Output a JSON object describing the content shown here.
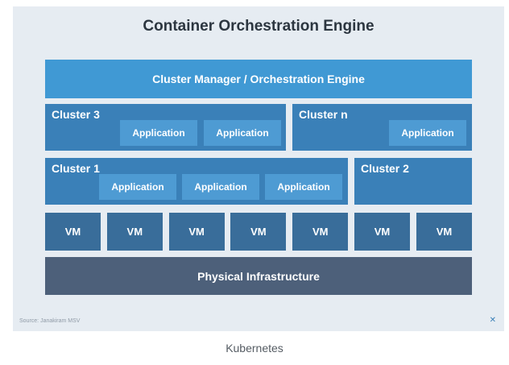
{
  "title": "Container Orchestration Engine",
  "manager": "Cluster Manager / Orchestration Engine",
  "cluster3": {
    "label": "Cluster 3",
    "apps": [
      "Application",
      "Application"
    ]
  },
  "clustern": {
    "label": "Cluster n",
    "apps": [
      "Application"
    ]
  },
  "cluster1": {
    "label": "Cluster 1",
    "apps": [
      "Application",
      "Application",
      "Application"
    ]
  },
  "cluster2": {
    "label": "Cluster 2"
  },
  "vms": [
    "VM",
    "VM",
    "VM",
    "VM",
    "VM",
    "VM",
    "VM"
  ],
  "infra": "Physical Infrastructure",
  "source": "Source: Janakiram MSV",
  "corner_mark": "✕",
  "caption": "Kubernetes"
}
